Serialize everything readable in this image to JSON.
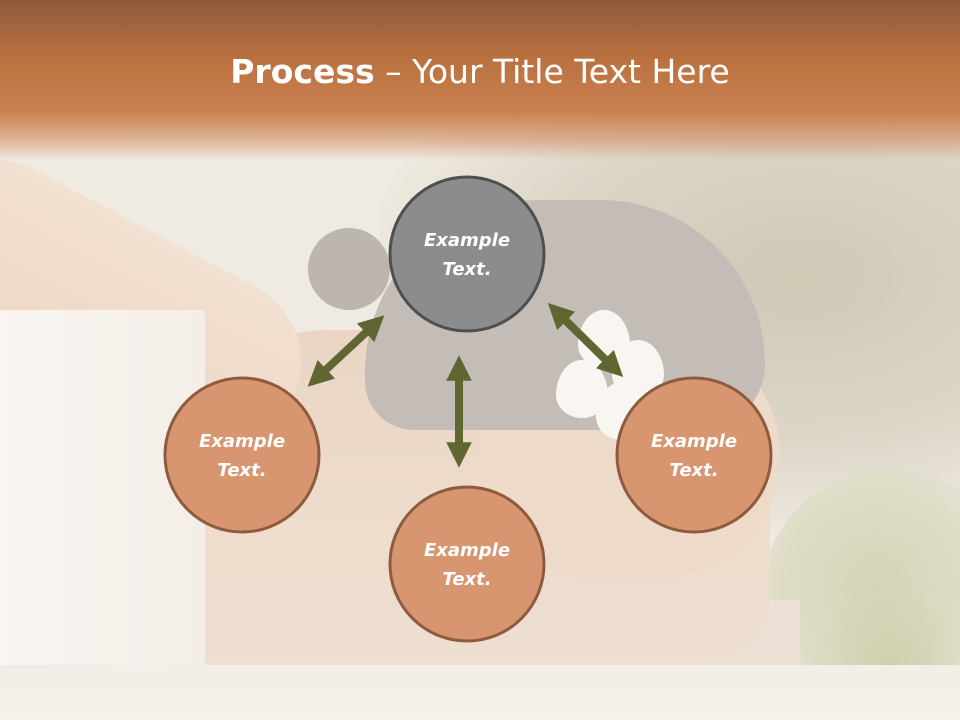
{
  "slide": {
    "title_bold": "Process",
    "title_rest": " – Your Title Text Here"
  },
  "diagram": {
    "nodes": [
      {
        "id": "top",
        "line1": "Example",
        "line2": "Text.",
        "fill": "#8c8c8c"
      },
      {
        "id": "left",
        "line1": "Example",
        "line2": "Text.",
        "fill": "#d89670"
      },
      {
        "id": "bottom",
        "line1": "Example",
        "line2": "Text.",
        "fill": "#d89670"
      },
      {
        "id": "right",
        "line1": "Example",
        "line2": "Text.",
        "fill": "#d89670"
      }
    ],
    "colors": {
      "node_border": "#555555",
      "node_border_accent": "#8e5b3e",
      "arrow": "#5f6631",
      "header": "#c27a4b"
    }
  }
}
